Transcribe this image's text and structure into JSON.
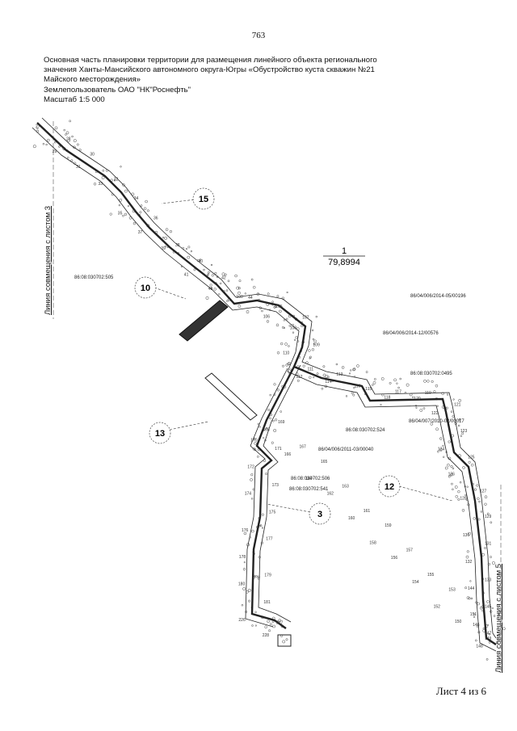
{
  "page_number": "763",
  "header": {
    "line1": "Основная часть планировки территории для размещения линейного объекта регионального",
    "line2": "значения Ханты-Мансийского автономного округа-Югры «Обустройство куста скважин №21",
    "line3": "Майского месторождения»",
    "land_user": "Землепользователь ОАО \"НК\"Роснефть\"",
    "scale": "Масштаб 1:5 000"
  },
  "match_lines": {
    "left": "Линия совмещения с листом 3",
    "right": "Линия совмещения с листом 5"
  },
  "parcel": {
    "number": "1",
    "area": "79,8994"
  },
  "circle_labels": [
    "15",
    "10",
    "13",
    "12",
    "3"
  ],
  "cadastral_labels": [
    "86:08:030702:505",
    "86/04/006/2014-05/00196",
    "86/04/006/2014-12/00576",
    "86:08:030702:0495",
    "86/04/007/2010-02/00017",
    "86:08:030702:524",
    "86/04/006/2011-03/00040",
    "86:08:030702:506",
    "86:08:030702:541"
  ],
  "point_labels": [
    "27",
    "28",
    "29",
    "30",
    "31",
    "32",
    "33",
    "34",
    "35",
    "36",
    "37",
    "38",
    "39",
    "40",
    "41",
    "42",
    "43",
    "44",
    "100",
    "105",
    "106",
    "107",
    "108",
    "109",
    "110",
    "111",
    "112",
    "113",
    "114",
    "115",
    "116",
    "117",
    "118",
    "119",
    "120",
    "121",
    "122",
    "123",
    "124",
    "125",
    "126",
    "127",
    "128",
    "129",
    "130",
    "131",
    "132",
    "133",
    "144",
    "145",
    "146",
    "147",
    "148",
    "149",
    "150",
    "151",
    "152",
    "153",
    "154",
    "155",
    "156",
    "157",
    "158",
    "159",
    "160",
    "161",
    "162",
    "163",
    "164",
    "165",
    "166",
    "167",
    "168",
    "169",
    "170",
    "171",
    "172",
    "173",
    "174",
    "175",
    "176",
    "177",
    "178",
    "179",
    "180",
    "181",
    "226",
    "227",
    "228"
  ],
  "footer": {
    "sheet": "Лист 4 из 6"
  }
}
